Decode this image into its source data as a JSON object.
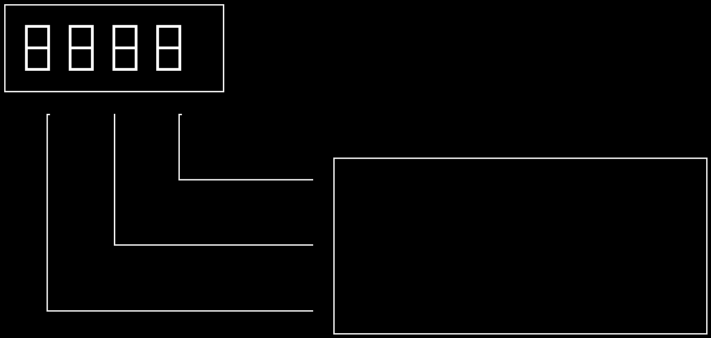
{
  "colors": {
    "background": "#000000",
    "foreground": "#ffffff"
  },
  "display": {
    "digit_count": 4,
    "segments_lit": [
      "a",
      "b",
      "c",
      "d",
      "e",
      "f",
      "g"
    ]
  },
  "connectors": {
    "count": 3
  },
  "target_box": {
    "label": ""
  }
}
